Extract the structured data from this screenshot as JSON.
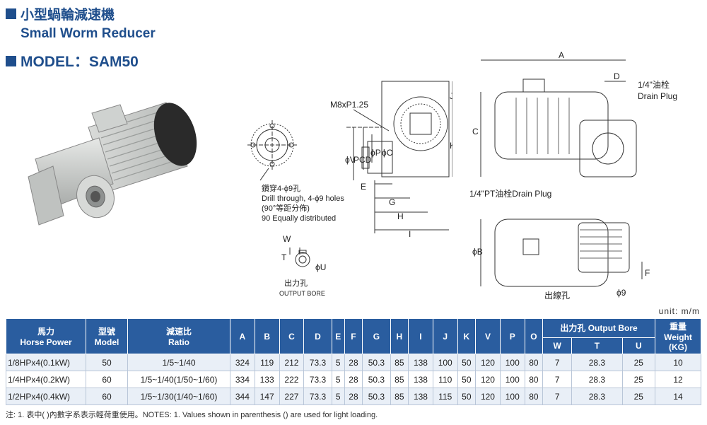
{
  "header": {
    "title_cn": "小型蝸輪減速機",
    "title_en": "Small Worm Reducer",
    "model": "MODEL：SAM50"
  },
  "drawing": {
    "flange_text": [
      "鑽穿4-ϕ9孔",
      "Drill through, 4-ϕ9 holes",
      "(90°等距分佈)",
      "90 Equally distributed"
    ],
    "output_bore_cn": "出力孔",
    "output_bore_en": "OUTPUT BORE",
    "thread": "M8xP1.25",
    "drain_plug_top_1": "1/4\"油栓",
    "drain_plug_top_2": "Drain Plug",
    "drain_plug_bottom": "1/4\"PT油栓Drain Plug",
    "wire_hole": "出線孔",
    "dims": {
      "A": "A",
      "D": "D",
      "C": "C",
      "J": "J",
      "K": "K",
      "V": "ϕV",
      "PCD": "PCD",
      "P": "ϕP",
      "O": "ϕO",
      "E": "E",
      "G": "G",
      "H": "H",
      "I": "I",
      "W": "W",
      "T": "T",
      "U": "ϕU",
      "B": "ϕB",
      "F": "F",
      "phi9": "ϕ9"
    }
  },
  "unit": "unit: m/m",
  "table": {
    "headers": {
      "horse_power_cn": "馬力",
      "horse_power_en": "Horse Power",
      "model_cn": "型號",
      "model_en": "Model",
      "ratio_cn": "減速比",
      "ratio_en": "Ratio",
      "cols": [
        "A",
        "B",
        "C",
        "D",
        "E",
        "F",
        "G",
        "H",
        "I",
        "J",
        "K",
        "V",
        "P",
        "O"
      ],
      "output_bore": "出力孔 Output Bore",
      "bore_cols": [
        "W",
        "T",
        "U"
      ],
      "weight_cn": "重量",
      "weight_en": "Weight (KG)"
    },
    "rows": [
      {
        "hp": "1/8HPx4(0.1kW)",
        "model": "50",
        "ratio": "1/5~1/40",
        "vals": [
          "324",
          "119",
          "212",
          "73.3",
          "5",
          "28",
          "50.3",
          "85",
          "138",
          "100",
          "50",
          "120",
          "100",
          "80"
        ],
        "bore": [
          "7",
          "28.3",
          "25"
        ],
        "weight": "10"
      },
      {
        "hp": "1/4HPx4(0.2kW)",
        "model": "60",
        "ratio": "1/5~1/40(1/50~1/60)",
        "vals": [
          "334",
          "133",
          "222",
          "73.3",
          "5",
          "28",
          "50.3",
          "85",
          "138",
          "110",
          "50",
          "120",
          "100",
          "80"
        ],
        "bore": [
          "7",
          "28.3",
          "25"
        ],
        "weight": "12"
      },
      {
        "hp": "1/2HPx4(0.4kW)",
        "model": "60",
        "ratio": "1/5~1/30(1/40~1/60)",
        "vals": [
          "344",
          "147",
          "227",
          "73.3",
          "5",
          "28",
          "50.3",
          "85",
          "138",
          "115",
          "50",
          "120",
          "100",
          "80"
        ],
        "bore": [
          "7",
          "28.3",
          "25"
        ],
        "weight": "14"
      }
    ]
  },
  "note": "注: 1. 表中( )內數字系表示輕荷重使用。NOTES: 1. Values shown in parenthesis () are used for light loading."
}
